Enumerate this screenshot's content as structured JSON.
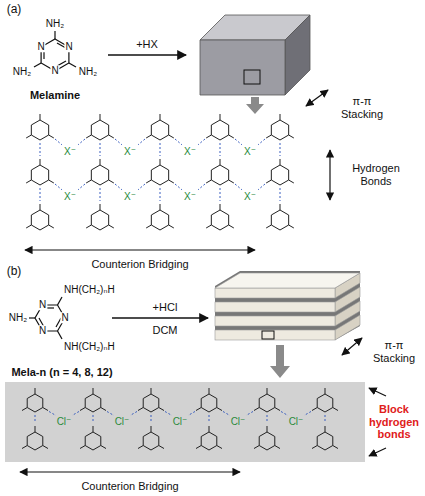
{
  "diagram": {
    "labels": [
      "(a)",
      "NH₂",
      "NH₂",
      "NH₂",
      "N",
      "N",
      "N",
      "Melamine",
      "+HX",
      "π-π Stacking",
      "Hydrogen Bonds",
      "X⁻",
      "X⁻",
      "X⁻",
      "X⁻",
      "X⁻",
      "X⁻",
      "X⁻",
      "X⁻",
      "Counterion Bridging",
      "(b)",
      "NH(CH₂)ₙH",
      "NH₂",
      "N",
      "N",
      "N",
      "NH(CH₂)ₙH",
      "Mela-n (n = 4, 8, 12)",
      "+HCl",
      "DCM",
      "π-π Stacking",
      "Cl⁻",
      "Cl⁻",
      "Cl⁻",
      "Cl⁻",
      "Cl⁻",
      "Block hydrogen bonds",
      "Counterion Bridging"
    ]
  }
}
